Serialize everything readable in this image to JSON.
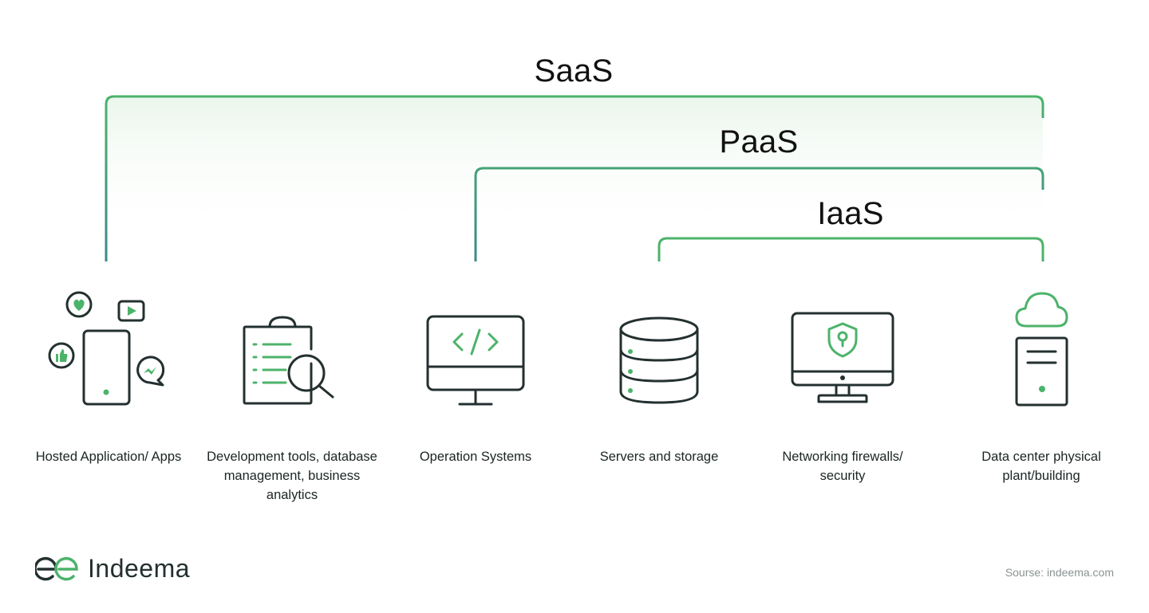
{
  "tiers": {
    "saas": "SaaS",
    "paas": "PaaS",
    "iaas": "IaaS"
  },
  "items": [
    {
      "label": "Hosted Application/ Apps",
      "icon": "smartphone-social-icon"
    },
    {
      "label": "Development tools, database management, business analytics",
      "icon": "clipboard-search-icon"
    },
    {
      "label": "Operation Systems",
      "icon": "monitor-code-icon"
    },
    {
      "label": "Servers and storage",
      "icon": "database-icon"
    },
    {
      "label": "Networking firewalls/ security",
      "icon": "monitor-shield-icon"
    },
    {
      "label": "Data center physical plant/building",
      "icon": "cloud-server-icon"
    }
  ],
  "brand": {
    "name": "Indeema"
  },
  "source": "Sourse: indeema.com",
  "colors": {
    "green": "#4cb36a",
    "teal": "#3a8a8a",
    "dark": "#243030"
  }
}
